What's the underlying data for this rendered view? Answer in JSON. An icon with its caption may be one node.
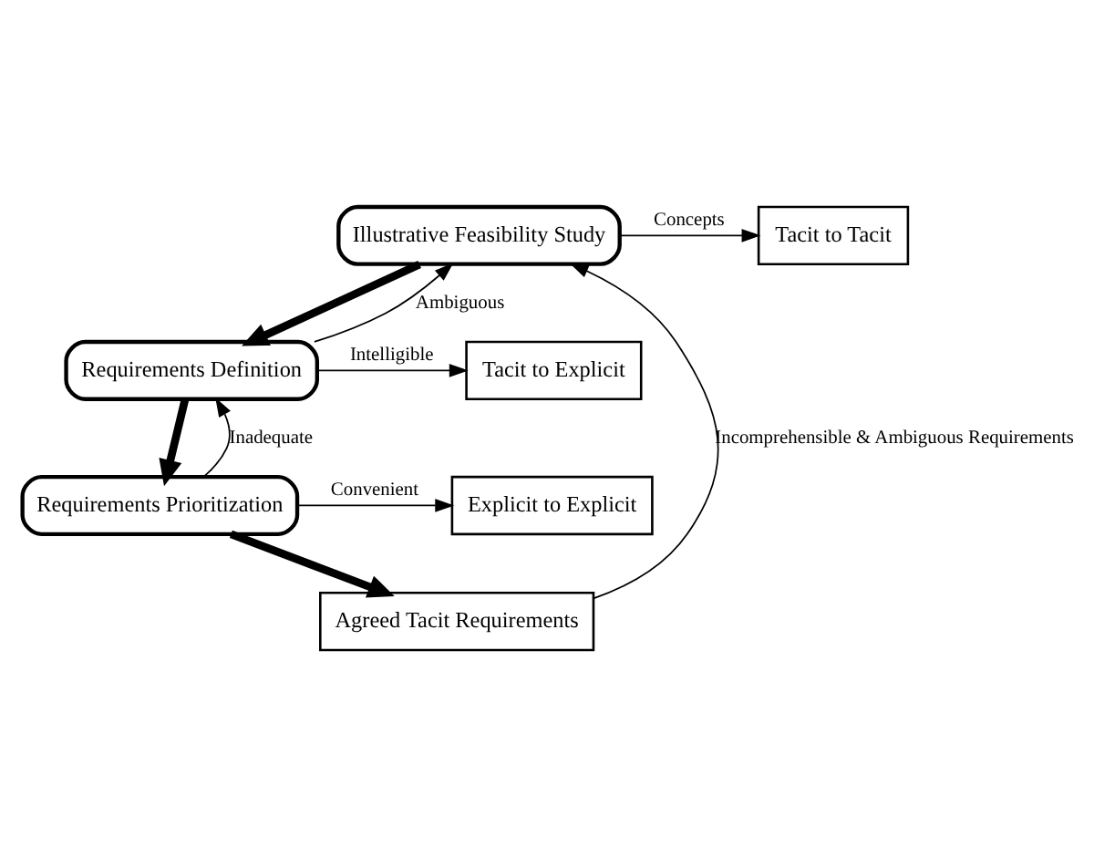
{
  "diagram": {
    "nodes": [
      {
        "text": [
          "Illustrative Feasibility Study"
        ]
      },
      {
        "text": [
          "Tacit to Tacit"
        ]
      },
      {
        "text": [
          "Requirements Definition"
        ]
      },
      {
        "text": [
          "Tacit to Explicit"
        ]
      },
      {
        "text": [
          "Requirements Prioritization"
        ]
      },
      {
        "text": [
          "Explicit to Explicit"
        ]
      },
      {
        "text": [
          "Agreed Tacit Requirements"
        ]
      }
    ],
    "edges": [
      {
        "from": 0,
        "to": 1,
        "arrow": "to",
        "label": "Concepts"
      },
      {
        "from": 0,
        "to": 2,
        "arrow": "to",
        "style": "thick"
      },
      {
        "from": 2,
        "to": 0,
        "arrow": "to",
        "label": "Ambiguous"
      },
      {
        "from": 2,
        "to": 3,
        "arrow": "to",
        "label": "Intelligible"
      },
      {
        "from": 2,
        "to": 4,
        "arrow": "to",
        "style": "thick"
      },
      {
        "from": 4,
        "to": 2,
        "arrow": "to",
        "label": "Inadequate"
      },
      {
        "from": 4,
        "to": 5,
        "arrow": "to",
        "label": "Convenient"
      },
      {
        "from": 4,
        "to": 6,
        "arrow": "to",
        "style": "thick"
      },
      {
        "from": 6,
        "to": 0,
        "arrow": "to",
        "label": "Incomprehensible & Ambiguous Requirements"
      }
    ]
  }
}
